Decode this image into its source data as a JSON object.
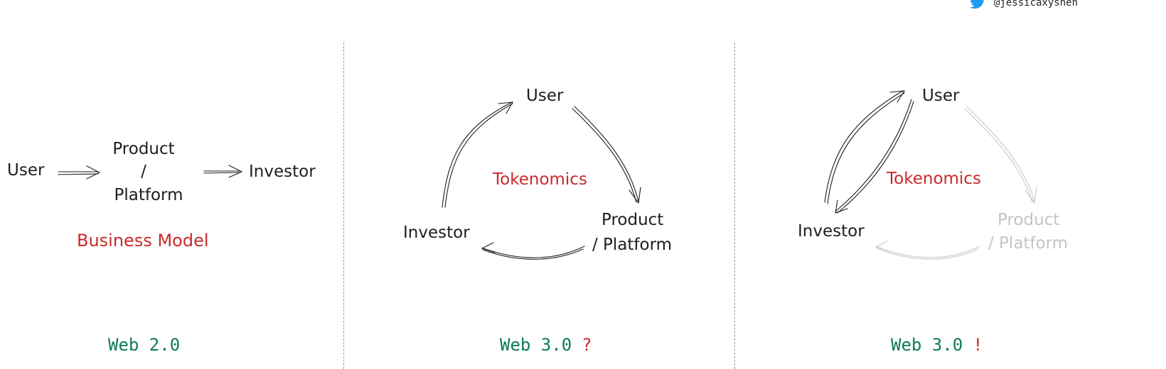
{
  "header": {
    "twitter_handle": "@jessicaxyshen",
    "icon": "twitter-bird-icon",
    "icon_color": "#1d9bf0"
  },
  "panels": [
    {
      "title": "Web 2.0",
      "nodes": {
        "user": "User",
        "product_line1": "Product",
        "product_line2": "/",
        "product_line3": "Platform",
        "investor": "Investor"
      },
      "caption": "Business Model"
    },
    {
      "title": "Web 3.0",
      "mark": "?",
      "nodes": {
        "user": "User",
        "product_line1": "Product",
        "product_line2": "/ Platform",
        "investor": "Investor"
      },
      "center_label": "Tokenomics"
    },
    {
      "title": "Web 3.0",
      "mark": "!",
      "nodes": {
        "user": "User",
        "product_line1": "Product",
        "product_line2": "/ Platform",
        "investor": "Investor"
      },
      "center_label": "Tokenomics"
    }
  ],
  "colors": {
    "text": "#1e1e1e",
    "accent_red": "#c92a2a",
    "title_green": "#0b7a5a",
    "faded": "#c4c4c4"
  }
}
